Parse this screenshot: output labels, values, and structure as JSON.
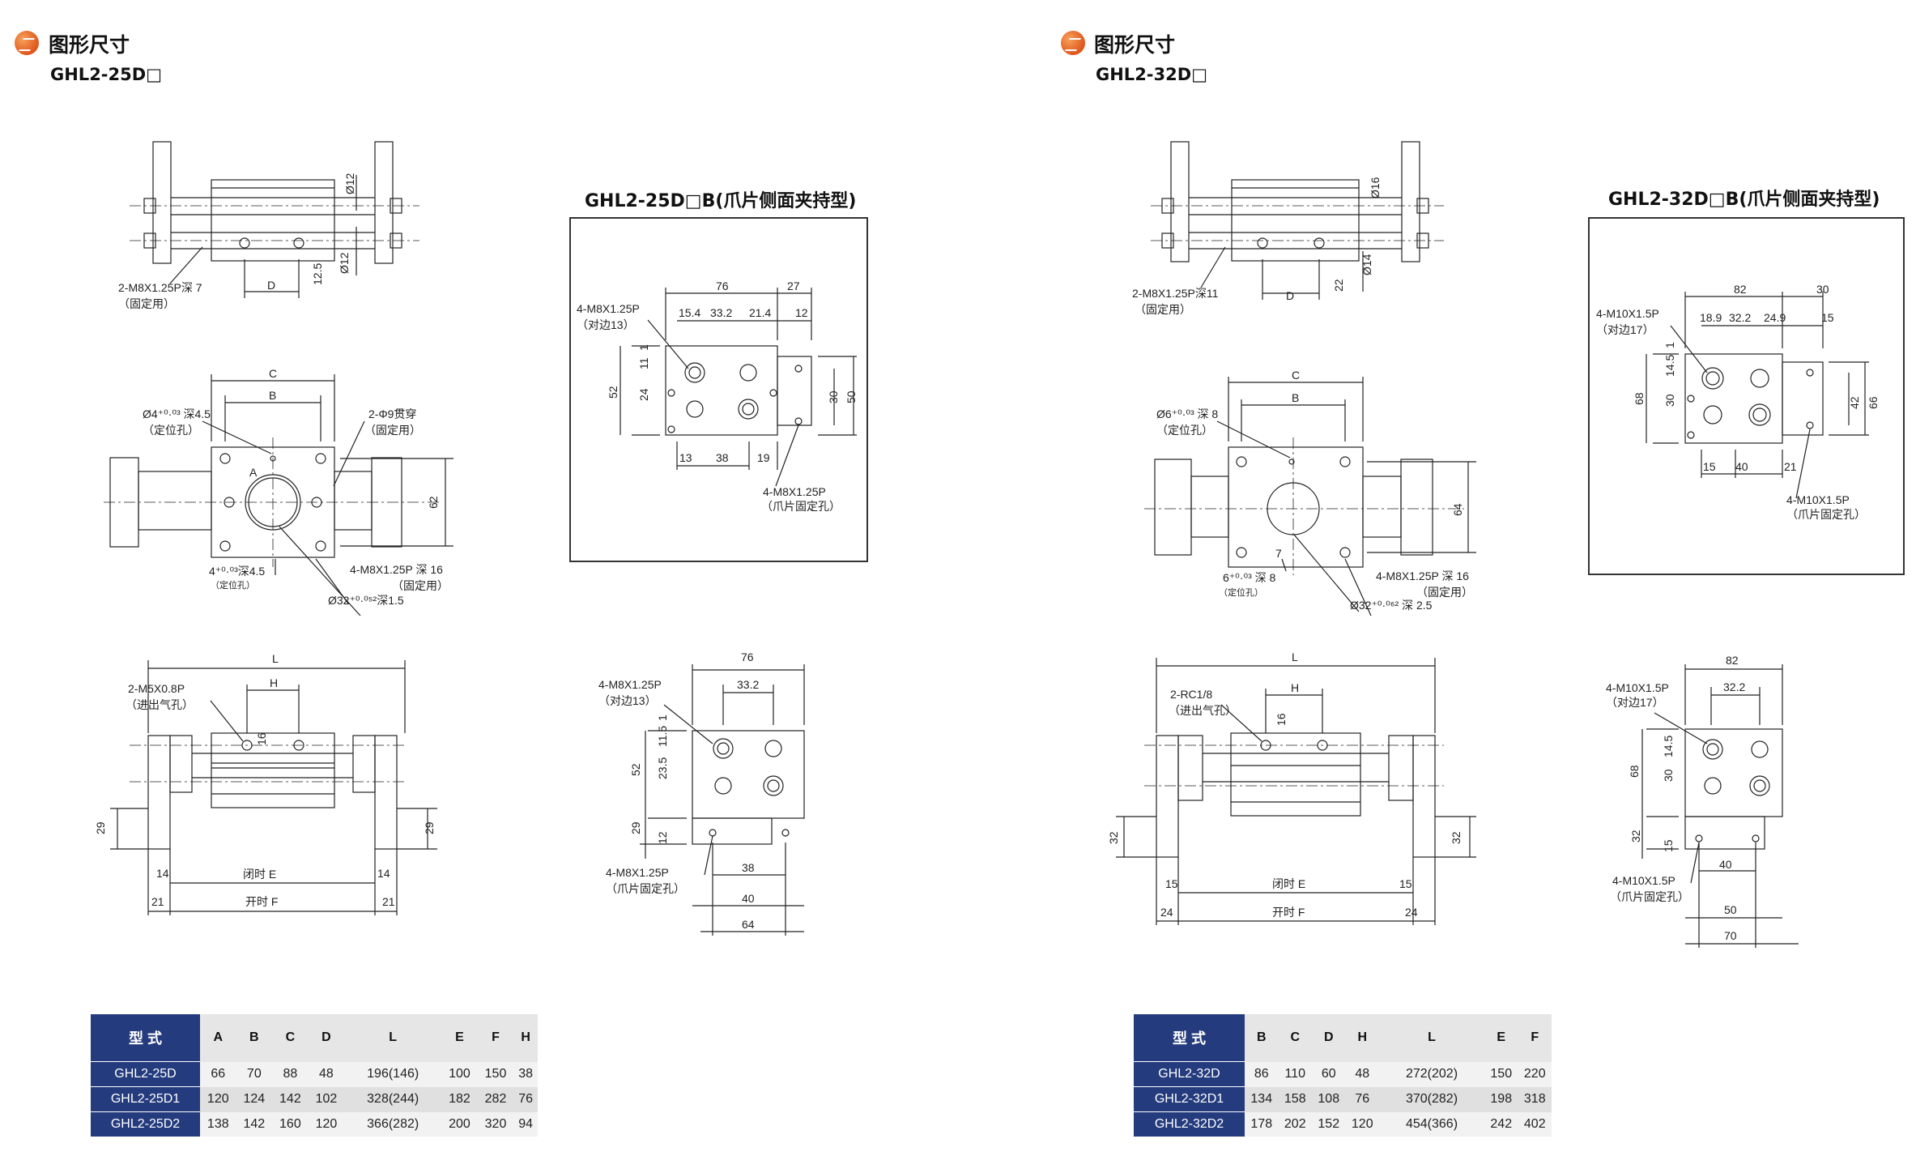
{
  "left": {
    "section_title": "图形尺寸",
    "model_title": "GHL2-25D□",
    "variant_title": "GHL2-25D□B(爪片侧面夹持型)",
    "top_view": {
      "port_note": "2-M8X1.25P深 7",
      "port_note2": "（固定用）",
      "d_label": "D",
      "d12a": "Ø12",
      "d12b": "Ø12",
      "v125": "12.5"
    },
    "mid_view": {
      "c": "C",
      "b": "B",
      "a": "A",
      "pin_note": "Ø4⁺⁰·⁰³ 深4.5",
      "pin_note2": "（定位孔）",
      "thru_note": "2-Φ9贯穿",
      "thru_note2": "（固定用）",
      "h62": "62",
      "pin_note_b": "4⁺⁰·⁰³深4.5",
      "pin_note_b2": "（定位孔）",
      "tap_note": "4-M8X1.25P 深 16",
      "tap_note2": "（固定用）",
      "bore_note": "Ø32⁺⁰·⁰⁵²深1.5"
    },
    "bottom_view": {
      "l": "L",
      "h": "H",
      "port_note": "2-M5X0.8P",
      "port_note2": "（进出气孔）",
      "v16": "16",
      "v29a": "29",
      "v29b": "29",
      "v14a": "14",
      "v14b": "14",
      "v21a": "21",
      "v21b": "21",
      "closed": "闭时 E",
      "open": "开时 F"
    },
    "b_detail": {
      "thread": "4-M8X1.25P",
      "thread2": "（对边13）",
      "d76": "76",
      "d27": "27",
      "d154": "15.4",
      "d332": "33.2",
      "d214": "21.4",
      "d12": "12",
      "v1": "1",
      "v11": "11",
      "v24": "24",
      "v52": "52",
      "v30": "30",
      "v50": "50",
      "b13": "13",
      "b38": "38",
      "b19": "19",
      "claw": "4-M8X1.25P",
      "claw2": "（爪片固定孔）"
    },
    "b_side": {
      "thread": "4-M8X1.25P",
      "thread2": "（对边13）",
      "d76": "76",
      "d332": "33.2",
      "v1": "1",
      "v115": "11.5",
      "v235": "23.5",
      "v52": "52",
      "v29": "29",
      "v12": "12",
      "b38": "38",
      "b40": "40",
      "b64": "64",
      "claw": "4-M8X1.25P",
      "claw2": "（爪片固定孔）"
    },
    "table": {
      "headers": [
        "型 式",
        "A",
        "B",
        "C",
        "D",
        "L",
        "E",
        "F",
        "H"
      ],
      "rows": [
        [
          "GHL2-25D",
          "66",
          "70",
          "88",
          "48",
          "196(146)",
          "100",
          "150",
          "38"
        ],
        [
          "GHL2-25D1",
          "120",
          "124",
          "142",
          "102",
          "328(244)",
          "182",
          "282",
          "76"
        ],
        [
          "GHL2-25D2",
          "138",
          "142",
          "160",
          "120",
          "366(282)",
          "200",
          "320",
          "94"
        ]
      ]
    }
  },
  "right": {
    "section_title": "图形尺寸",
    "model_title": "GHL2-32D□",
    "variant_title": "GHL2-32D□B(爪片侧面夹持型)",
    "top_view": {
      "port_note": "2-M8X1.25P深11",
      "port_note2": "（固定用）",
      "d_label": "D",
      "d16": "Ø16",
      "d14": "Ø14",
      "v22": "22"
    },
    "mid_view": {
      "c": "C",
      "b": "B",
      "pin_note": "Ø6⁺⁰·⁰³ 深 8",
      "pin_note2": "（定位孔）",
      "h64": "64",
      "v7": "7",
      "pin_note_b": "6⁺⁰·⁰³ 深 8",
      "pin_note_b2": "（定位孔）",
      "tap_note": "4-M8X1.25P 深 16",
      "tap_note2": "（固定用）",
      "bore_note": "Ø32⁺⁰·⁰⁶² 深 2.5"
    },
    "bottom_view": {
      "l": "L",
      "h": "H",
      "port_note": "2-RC1/8",
      "port_note2": "（进出气孔）",
      "v16": "16",
      "v32a": "32",
      "v32b": "32",
      "v15a": "15",
      "v15b": "15",
      "v24a": "24",
      "v24b": "24",
      "closed": "闭时 E",
      "open": "开时 F"
    },
    "b_detail": {
      "thread": "4-M10X1.5P",
      "thread2": "（对边17）",
      "d82": "82",
      "d30": "30",
      "d189": "18.9",
      "d322": "32.2",
      "d249": "24.9",
      "d15": "15",
      "v1": "1",
      "v145": "14.5",
      "v30": "30",
      "v68": "68",
      "v42": "42",
      "v66": "66",
      "b15": "15",
      "b40": "40",
      "b21": "21",
      "claw": "4-M10X1.5P",
      "claw2": "（爪片固定孔）"
    },
    "b_side": {
      "thread": "4-M10X1.5P",
      "thread2": "（对边17）",
      "d82": "82",
      "d322": "32.2",
      "v145": "14.5",
      "v30": "30",
      "v68": "68",
      "v32": "32",
      "v15": "15",
      "b40": "40",
      "b50": "50",
      "b70": "70",
      "claw": "4-M10X1.5P",
      "claw2": "（爪片固定孔）"
    },
    "table": {
      "headers": [
        "型 式",
        "B",
        "C",
        "D",
        "H",
        "L",
        "E",
        "F"
      ],
      "rows": [
        [
          "GHL2-32D",
          "86",
          "110",
          "60",
          "48",
          "272(202)",
          "150",
          "220"
        ],
        [
          "GHL2-32D1",
          "134",
          "158",
          "108",
          "76",
          "370(282)",
          "198",
          "318"
        ],
        [
          "GHL2-32D2",
          "178",
          "202",
          "152",
          "120",
          "454(366)",
          "242",
          "402"
        ]
      ]
    }
  }
}
